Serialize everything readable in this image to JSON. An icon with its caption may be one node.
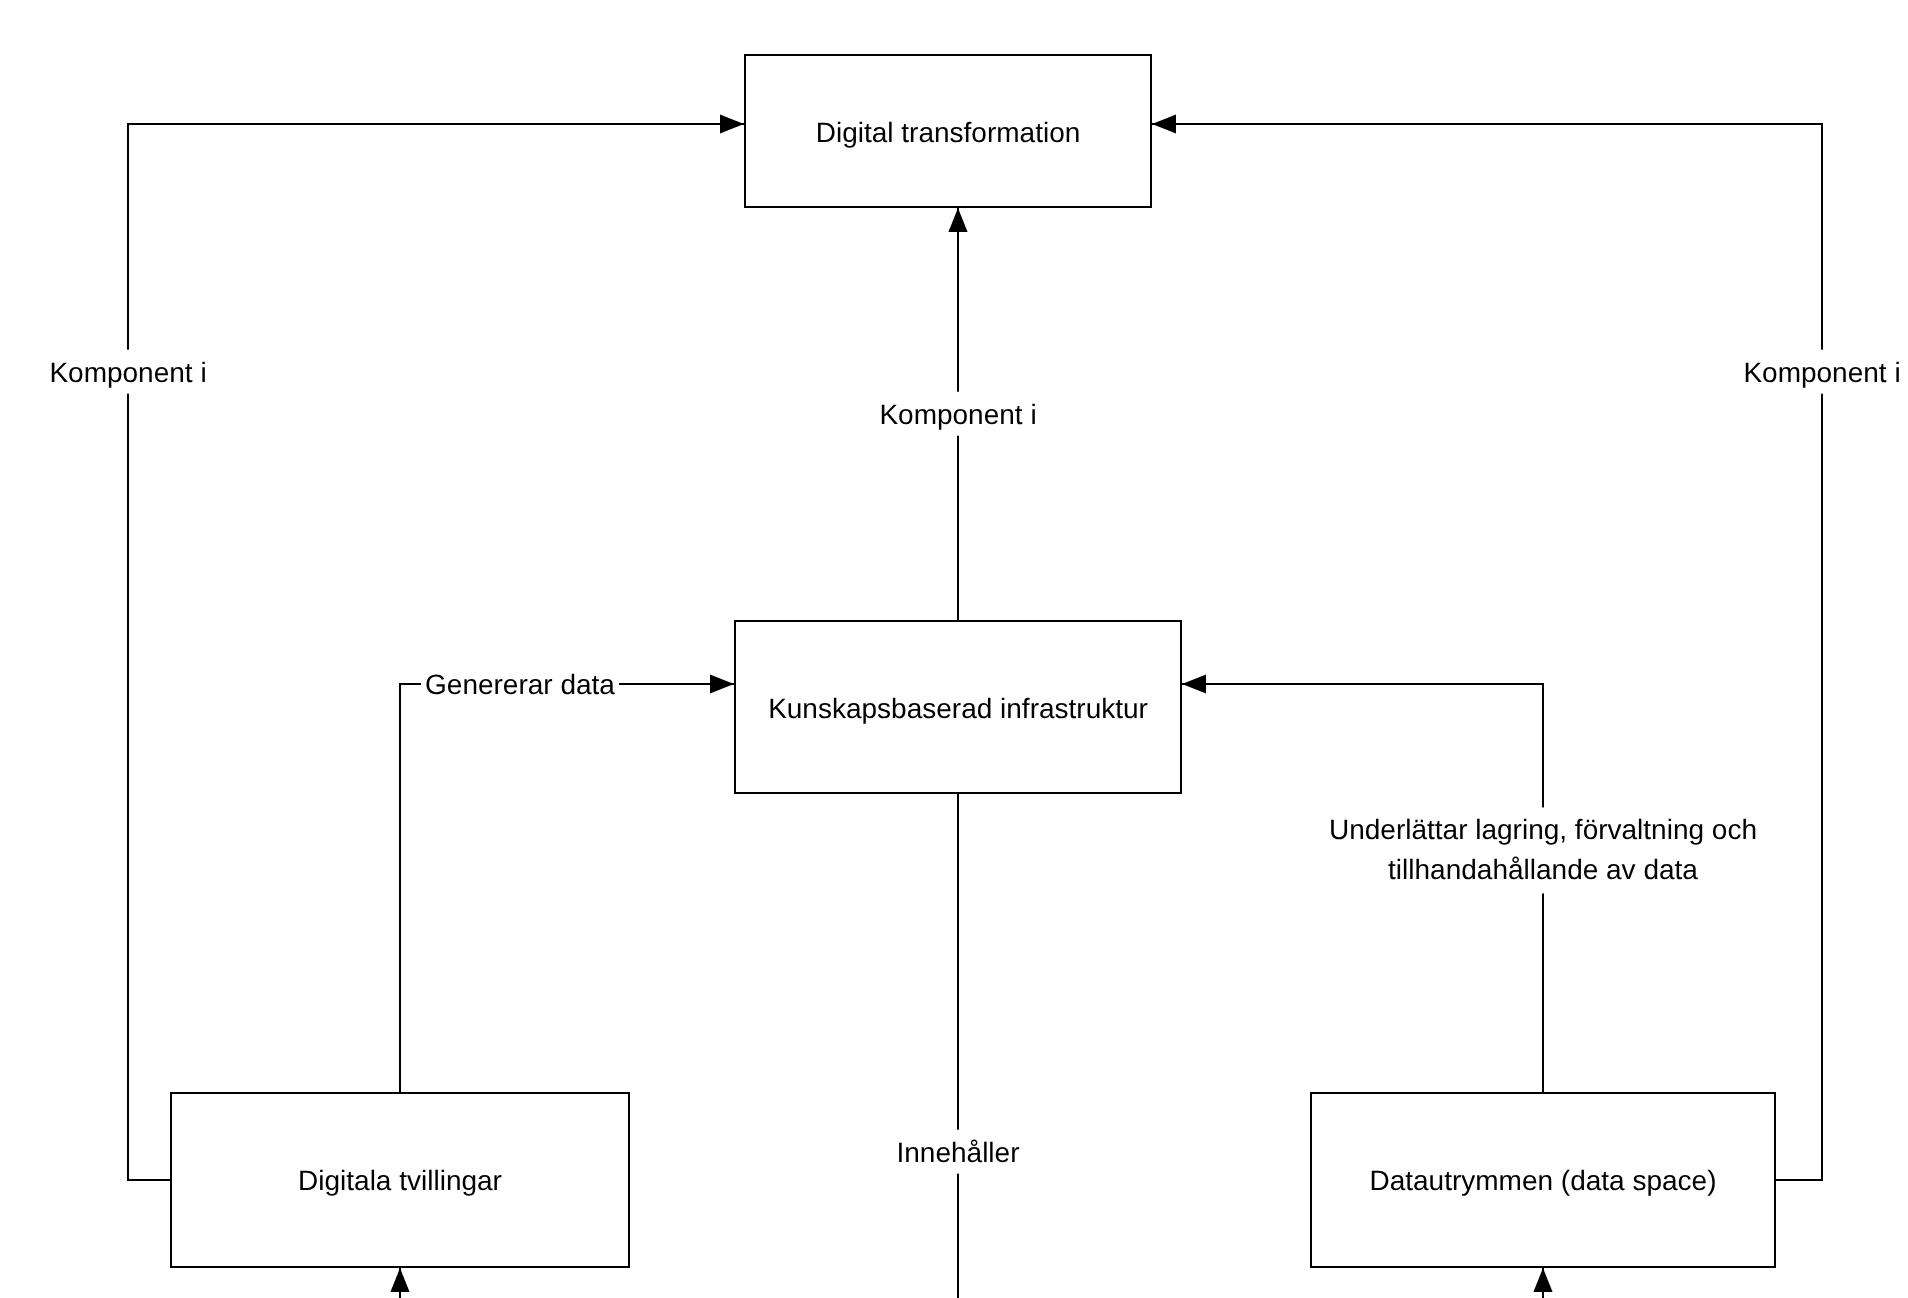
{
  "diagram": {
    "nodes": [
      {
        "text": [
          "Digital transformation"
        ]
      },
      {
        "text": [
          "Kunskapsbaserad infrastruktur"
        ]
      },
      {
        "text": [
          "Digitala tvillingar"
        ]
      },
      {
        "text": [
          "Datautrymmen (data space)"
        ]
      }
    ],
    "edges": [
      {
        "from": 2,
        "to": 0,
        "arrow": "to",
        "label": "Komponent i"
      },
      {
        "from": 1,
        "to": 0,
        "arrow": "to",
        "label": "Komponent i"
      },
      {
        "from": 3,
        "to": 0,
        "arrow": "to",
        "label": "Komponent i"
      },
      {
        "from": 2,
        "to": 1,
        "arrow": "to",
        "label": "Genererar data"
      },
      {
        "from": 3,
        "to": 1,
        "arrow": "to",
        "label": "Underlättar lagring, förvaltning och tillhandahållande av data"
      },
      {
        "from": 1,
        "to": null,
        "arrow": "none",
        "label": "Innehåller"
      },
      {
        "from": null,
        "to": 2,
        "arrow": "to"
      },
      {
        "from": null,
        "to": 3,
        "arrow": "to"
      }
    ]
  }
}
